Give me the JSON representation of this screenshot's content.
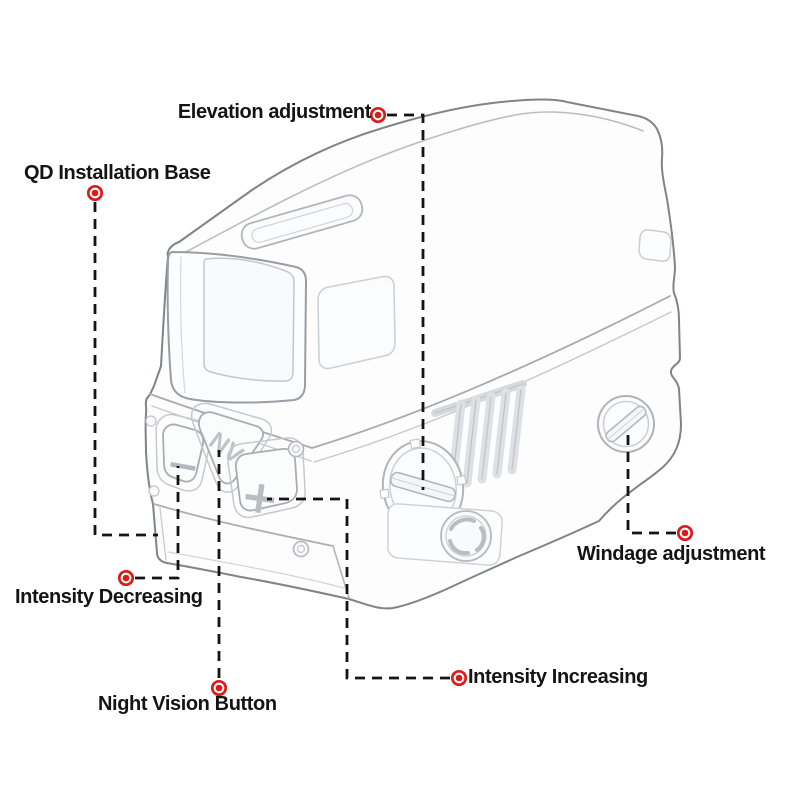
{
  "colors": {
    "background": "#ffffff",
    "label_text": "#141414",
    "leader_line": "#141414",
    "callout_red": "#dc1a17",
    "sketch_outline": "#7e848a",
    "sketch_mid": "#a6abb0",
    "sketch_light": "#cdd1d5"
  },
  "labels": {
    "elevation": {
      "text": "Elevation adjustment"
    },
    "qd_base": {
      "text": "QD Installation Base"
    },
    "intensity_decreasing": {
      "text": "Intensity Decreasing"
    },
    "night_vision": {
      "text": "Night Vision Button"
    },
    "intensity_increasing": {
      "text": "Intensity Increasing"
    },
    "windage": {
      "text": "Windage adjustment"
    }
  },
  "device": {
    "nv_button_label": "NV",
    "increase_button_glyph": "+",
    "decrease_button_glyph": "−"
  }
}
